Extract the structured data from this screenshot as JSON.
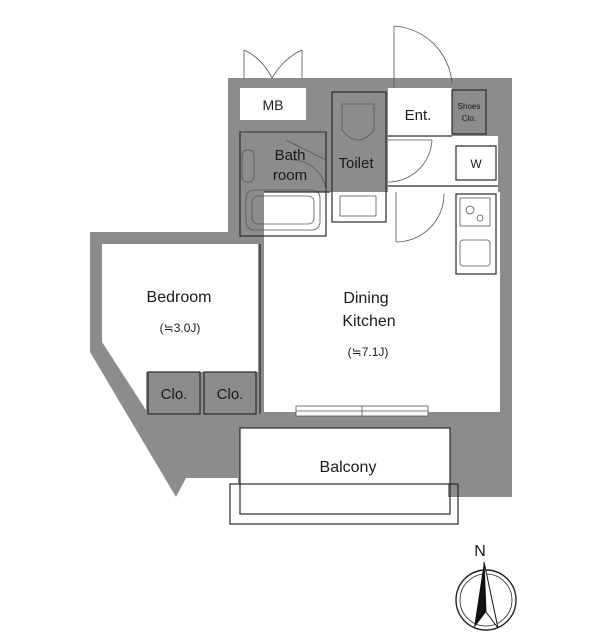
{
  "rooms": {
    "mb": "MB",
    "bathroom_line1": "Bath",
    "bathroom_line2": "room",
    "toilet": "Toilet",
    "entrance": "Ent.",
    "shoes_closet_line1": "Shoes",
    "shoes_closet_line2": "Clo.",
    "washer": "W",
    "bedroom": "Bedroom",
    "bedroom_size": "(≒3.0J)",
    "dining_line1": "Dining",
    "dining_line2": "Kitchen",
    "dining_size": "(≒7.1J)",
    "closet_1": "Clo.",
    "closet_2": "Clo.",
    "balcony": "Balcony"
  },
  "compass": {
    "north": "N"
  },
  "colors": {
    "wall": "#8c8c8c",
    "wet_area": "#86d8b8",
    "closet": "#e6a8e6",
    "room": "#ffffff"
  }
}
